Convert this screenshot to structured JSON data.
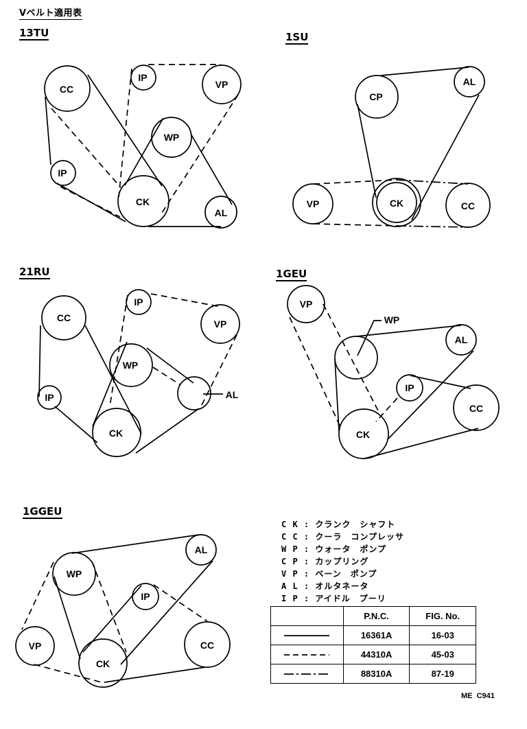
{
  "title": "Vベルト適用表",
  "sections": {
    "s13tu": "13TU",
    "s1su": "1SU",
    "s21ru": "21RU",
    "s1geu": "1GEU",
    "s1ggeu": "1GGEU"
  },
  "pulleys": {
    "CK": "CK",
    "CC": "CC",
    "WP": "WP",
    "CP": "CP",
    "VP": "VP",
    "AL": "AL",
    "IP": "IP"
  },
  "legend": [
    "C K : クランク　シャフト",
    "C C : クーラ　コンプレッサ",
    "W P : ウォータ　ポンプ",
    "C P : カップリング",
    "V P : ベーン　ポンプ",
    "A L : オルタネータ",
    "I P : アイドル　プーリ"
  ],
  "table": {
    "headers": [
      "P.N.C.",
      "FIG. No."
    ],
    "rows": [
      {
        "line": "solid",
        "pnc": "16361A",
        "fig": "16-03"
      },
      {
        "line": "dashed",
        "pnc": "44310A",
        "fig": "45-03"
      },
      {
        "line": "dash-dot",
        "pnc": "88310A",
        "fig": "87-19"
      }
    ]
  },
  "footer": "ME  C941"
}
